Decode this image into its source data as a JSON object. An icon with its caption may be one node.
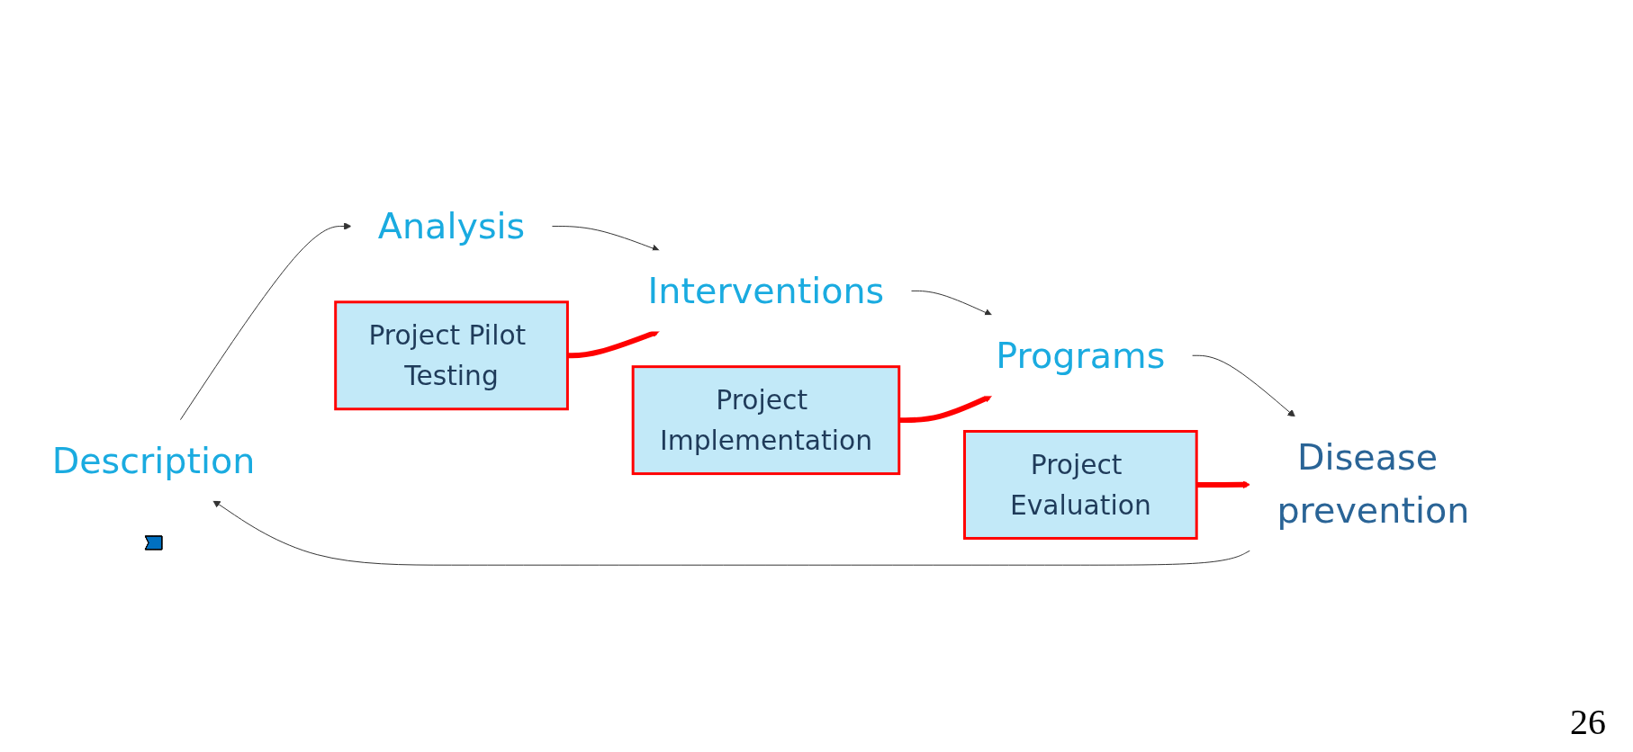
{
  "diagram": {
    "nodes": [
      {
        "text": [
          "Description"
        ]
      },
      {
        "text": [
          "Analysis"
        ]
      },
      {
        "text": [
          "Interventions"
        ]
      },
      {
        "text": [
          "Programs"
        ]
      },
      {
        "text": [
          "Disease prevention"
        ]
      },
      {
        "text": [
          "Project Pilot Testing"
        ]
      },
      {
        "text": [
          "Project Implementation"
        ]
      },
      {
        "text": [
          "Project Evaluation"
        ]
      },
      {
        "text": [],
        "shape": "arrow"
      }
    ],
    "edges": [
      {
        "from": 0,
        "to": 1,
        "arrow": "to"
      },
      {
        "from": 1,
        "to": 2,
        "arrow": "to"
      },
      {
        "from": 2,
        "to": 3,
        "arrow": "to"
      },
      {
        "from": 3,
        "to": 4,
        "arrow": "to"
      },
      {
        "from": 4,
        "to": 0,
        "arrow": "to"
      },
      {
        "from": 5,
        "to": 2,
        "arrow": "to",
        "style": "thick",
        "color": "#ff0000"
      },
      {
        "from": 6,
        "to": 3,
        "arrow": "to",
        "style": "thick",
        "color": "#ff0000"
      },
      {
        "from": 7,
        "to": 4,
        "arrow": "to",
        "style": "thick",
        "color": "#ff0000"
      }
    ],
    "labels": [
      "26"
    ]
  }
}
